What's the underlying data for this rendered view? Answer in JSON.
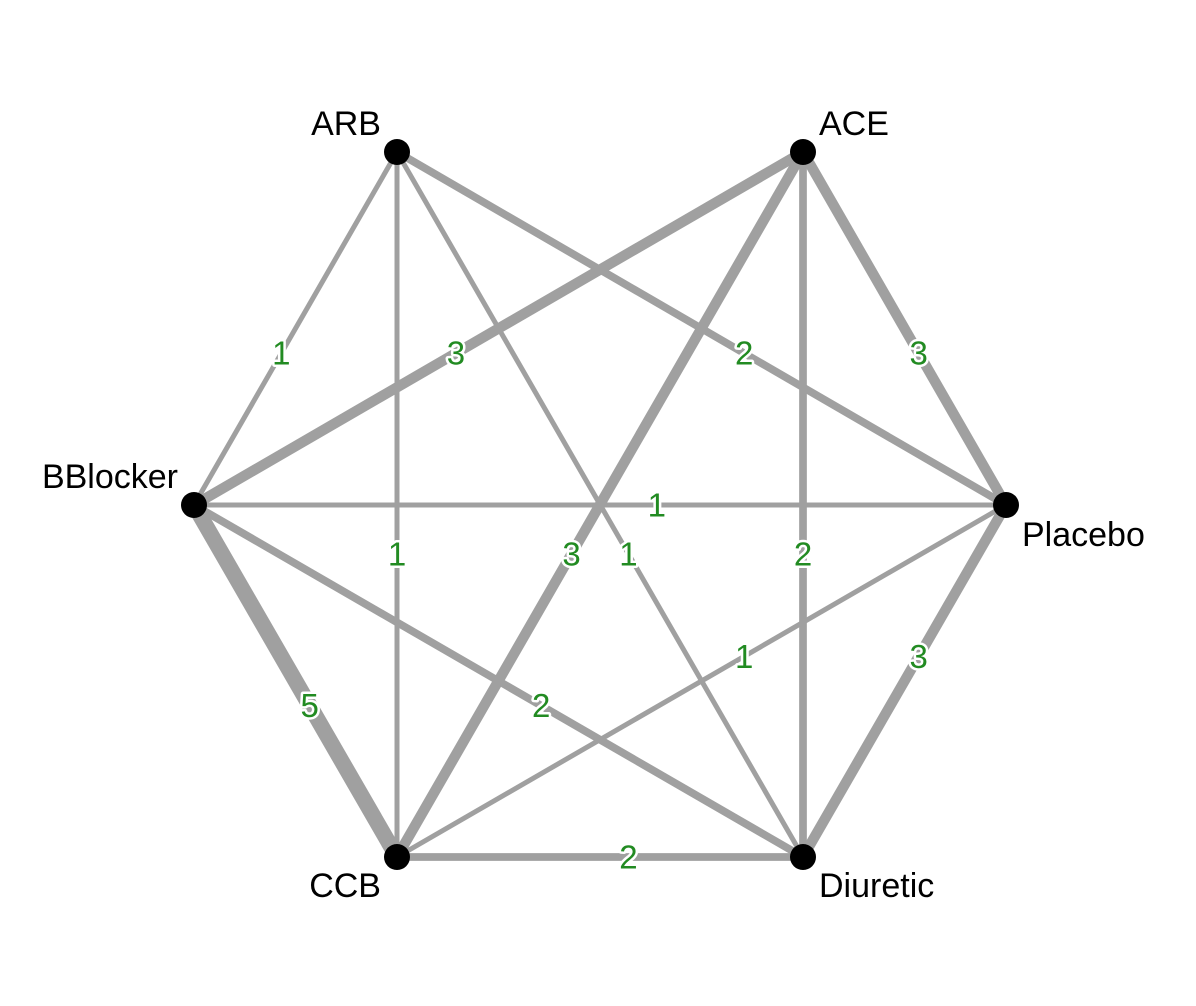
{
  "nodes": [
    {
      "id": "ARB",
      "label": "ARB"
    },
    {
      "id": "ACE",
      "label": "ACE"
    },
    {
      "id": "Placebo",
      "label": "Placebo"
    },
    {
      "id": "Diuretic",
      "label": "Diuretic"
    },
    {
      "id": "CCB",
      "label": "CCB"
    },
    {
      "id": "BBlocker",
      "label": "BBlocker"
    }
  ],
  "edges": [
    {
      "from": "ARB",
      "to": "BBlocker",
      "count": 1,
      "label": "1"
    },
    {
      "from": "ARB",
      "to": "CCB",
      "count": 1,
      "label": "1"
    },
    {
      "from": "ARB",
      "to": "Diuretic",
      "count": 1,
      "label": "1"
    },
    {
      "from": "ARB",
      "to": "Placebo",
      "count": 2,
      "label": "2"
    },
    {
      "from": "ACE",
      "to": "BBlocker",
      "count": 3,
      "label": "3"
    },
    {
      "from": "ACE",
      "to": "CCB",
      "count": 3,
      "label": "3"
    },
    {
      "from": "ACE",
      "to": "Diuretic",
      "count": 2,
      "label": "2"
    },
    {
      "from": "ACE",
      "to": "Placebo",
      "count": 3,
      "label": "3"
    },
    {
      "from": "BBlocker",
      "to": "Placebo",
      "count": 1,
      "label": "1"
    },
    {
      "from": "BBlocker",
      "to": "CCB",
      "count": 5,
      "label": "5"
    },
    {
      "from": "BBlocker",
      "to": "Diuretic",
      "count": 2,
      "label": "2"
    },
    {
      "from": "CCB",
      "to": "Placebo",
      "count": 1,
      "label": "1"
    },
    {
      "from": "CCB",
      "to": "Diuretic",
      "count": 2,
      "label": "2"
    },
    {
      "from": "Diuretic",
      "to": "Placebo",
      "count": 3,
      "label": "3"
    }
  ],
  "colors": {
    "edge": "#a0a0a0",
    "node": "#000000",
    "edge_label": "#228b22",
    "node_label": "#000000"
  }
}
